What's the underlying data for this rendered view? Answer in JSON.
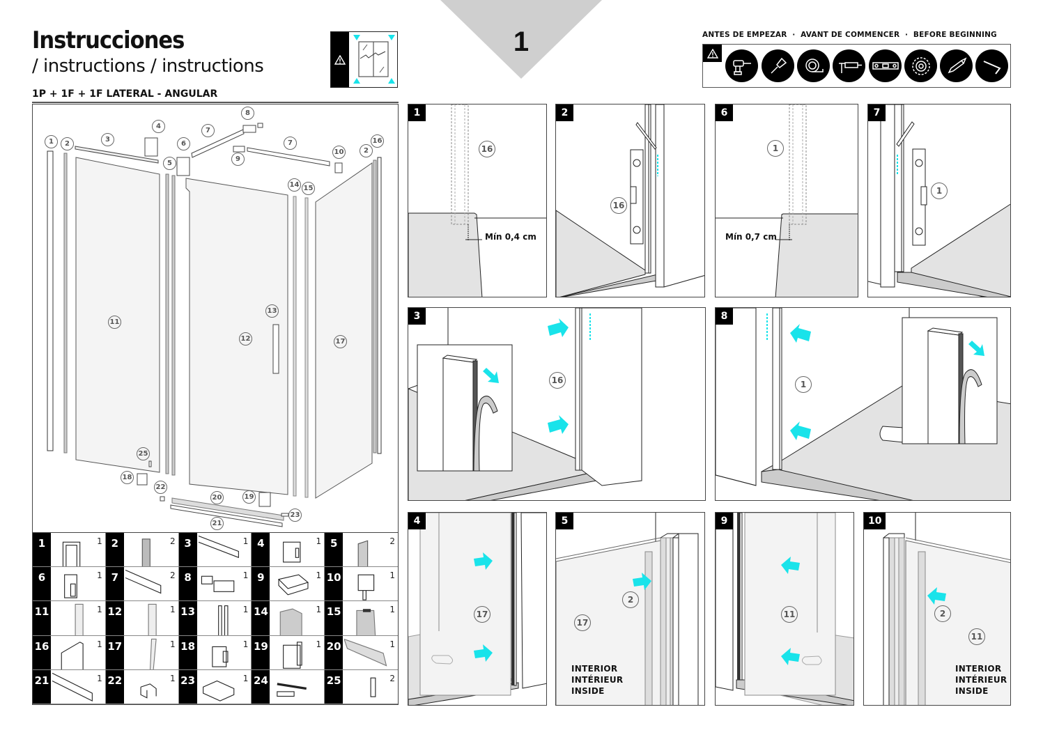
{
  "header": {
    "title": "Instrucciones",
    "subtitle": "/ instructions / instructions",
    "model": "1P + 1F + 1F LATERAL - ANGULAR",
    "page_number": "1"
  },
  "tools": {
    "label": "ANTES DE EMPEZAR  ·  AVANT DE COMMENCER  ·  BEFORE BEGINNING",
    "items": [
      "drill-icon",
      "screwdriver-icon",
      "tape-measure-icon",
      "silicone-gun-icon",
      "spirit-level-icon",
      "saw-blade-icon",
      "pencil-icon",
      "allen-key-icon"
    ]
  },
  "exploded_view": {
    "callouts": [
      "1",
      "2",
      "3",
      "4",
      "5",
      "6",
      "7",
      "8",
      "9",
      "7",
      "10",
      "2",
      "16",
      "14",
      "15",
      "11",
      "12",
      "13",
      "17",
      "25",
      "18",
      "22",
      "20",
      "19",
      "21",
      "23"
    ]
  },
  "parts": [
    {
      "num": "1",
      "qty": "1"
    },
    {
      "num": "2",
      "qty": "2"
    },
    {
      "num": "3",
      "qty": "1"
    },
    {
      "num": "4",
      "qty": "1"
    },
    {
      "num": "5",
      "qty": "2"
    },
    {
      "num": "6",
      "qty": "1"
    },
    {
      "num": "7",
      "qty": "2"
    },
    {
      "num": "8",
      "qty": "1"
    },
    {
      "num": "9",
      "qty": "1"
    },
    {
      "num": "10",
      "qty": "1"
    },
    {
      "num": "11",
      "qty": "1"
    },
    {
      "num": "12",
      "qty": "1"
    },
    {
      "num": "13",
      "qty": "1"
    },
    {
      "num": "14",
      "qty": "1"
    },
    {
      "num": "15",
      "qty": "1"
    },
    {
      "num": "16",
      "qty": "1"
    },
    {
      "num": "17",
      "qty": "1"
    },
    {
      "num": "18",
      "qty": "1"
    },
    {
      "num": "19",
      "qty": "1"
    },
    {
      "num": "20",
      "qty": "1"
    },
    {
      "num": "21",
      "qty": "1"
    },
    {
      "num": "22",
      "qty": "1"
    },
    {
      "num": "23",
      "qty": "1"
    },
    {
      "num": "24",
      "qty": ""
    },
    {
      "num": "25",
      "qty": "2"
    }
  ],
  "steps": {
    "s1": {
      "num": "1",
      "callout": "16",
      "dimension": "Mín 0,4 cm"
    },
    "s2": {
      "num": "2",
      "callout": "16"
    },
    "s3": {
      "num": "3",
      "callout": "16"
    },
    "s4": {
      "num": "4",
      "callout": "17"
    },
    "s5": {
      "num": "5",
      "callouts": [
        "2",
        "17"
      ],
      "label": [
        "INTERIOR",
        "INTÉRIEUR",
        "INSIDE"
      ]
    },
    "s6": {
      "num": "6",
      "callout": "1",
      "dimension": "Mín 0,7 cm"
    },
    "s7": {
      "num": "7",
      "callout": "1"
    },
    "s8": {
      "num": "8",
      "callout": "1"
    },
    "s9": {
      "num": "9",
      "callout": "11"
    },
    "s10": {
      "num": "10",
      "callouts": [
        "2",
        "11"
      ],
      "label": [
        "INTERIOR",
        "INTÉRIEUR",
        "INSIDE"
      ]
    }
  },
  "colors": {
    "accent_cyan": "#19e3ea",
    "floor_gray": "#e3e3e3",
    "page_triangle": "#cfcfcf"
  }
}
